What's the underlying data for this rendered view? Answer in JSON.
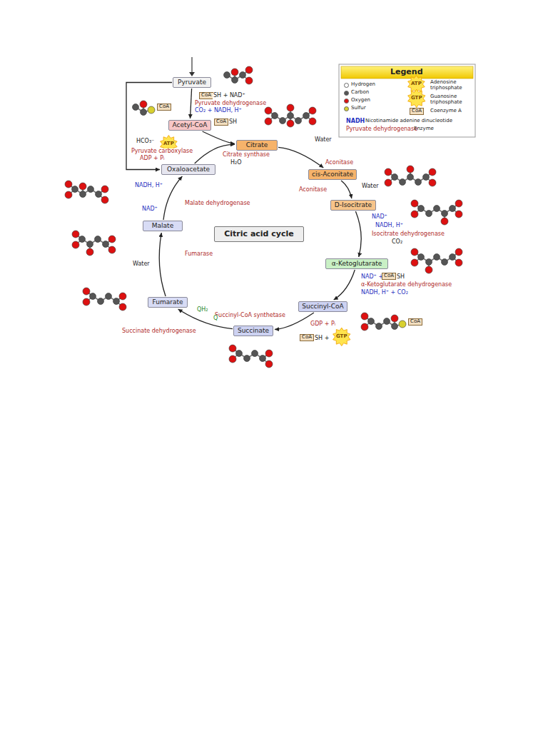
{
  "diagram": {
    "nodes": [
      {
        "text": [
          "Pyruvate"
        ]
      },
      {
        "text": [
          "Acetyl-CoA"
        ]
      },
      {
        "text": [
          "Citrate"
        ]
      },
      {
        "text": [
          "cis-Aconitate"
        ]
      },
      {
        "text": [
          "D-Isocitrate"
        ]
      },
      {
        "text": [
          "α-Ketoglutarate"
        ]
      },
      {
        "text": [
          "Succinyl-CoA"
        ]
      },
      {
        "text": [
          "Succinate"
        ]
      },
      {
        "text": [
          "Fumarate"
        ]
      },
      {
        "text": [
          "Malate"
        ]
      },
      {
        "text": [
          "Oxaloacetate"
        ]
      },
      {
        "text": [
          "Citric acid cycle"
        ]
      }
    ],
    "edges": [
      {
        "from": 0,
        "to": 1,
        "arrow": "to"
      },
      {
        "from": 1,
        "to": 2,
        "arrow": "to"
      },
      {
        "from": 0,
        "to": 10,
        "arrow": "to"
      },
      {
        "from": 10,
        "to": 2,
        "arrow": "to"
      },
      {
        "from": 2,
        "to": 3,
        "arrow": "to"
      },
      {
        "from": 3,
        "to": 4,
        "arrow": "to"
      },
      {
        "from": 4,
        "to": 5,
        "arrow": "to"
      },
      {
        "from": 5,
        "to": 6,
        "arrow": "to"
      },
      {
        "from": 6,
        "to": 7,
        "arrow": "to"
      },
      {
        "from": 7,
        "to": 8,
        "arrow": "to"
      },
      {
        "from": 8,
        "to": 9,
        "arrow": "to"
      },
      {
        "from": 9,
        "to": 10,
        "arrow": "to"
      }
    ],
    "labels": [
      "CoA",
      "SH + NAD⁺",
      "Pyruvate dehydrogenase",
      "CO₂ + NADH, H⁺",
      "CoA",
      "CoA",
      "SH",
      "HCO₃⁻",
      "ATP",
      "Pyruvate carboxylase",
      "ADP + Pᵢ",
      "Citrate synthase",
      "H₂O",
      "Water",
      "Aconitase",
      "Aconitase",
      "Water",
      "NAD⁺",
      "NADH, H⁺",
      "Isocitrate dehydrogenase",
      "CO₂",
      "NAD⁺ +",
      "CoA",
      "SH",
      "α-Ketoglutarate dehydrogenase",
      "NADH, H⁺ + CO₂",
      "CoA",
      "Succinyl-CoA synthetase",
      "GDP + Pᵢ",
      "CoA",
      "SH +",
      "GTP",
      "Succinate dehydrogenase",
      "QH₂",
      "Q",
      "Fumarase",
      "Water",
      "NADH, H⁺",
      "NAD⁺",
      "Malate dehydrogenase",
      "Legend",
      "ATP",
      "GTP",
      "CoA",
      "NADH",
      "Pyruvate dehydrogenase"
    ],
    "legend": [
      {
        "text": "Hydrogen",
        "color": "#ffffff"
      },
      {
        "text": "Carbon",
        "color": "#555555"
      },
      {
        "text": "Oxygen",
        "color": "#dd1111"
      },
      {
        "text": "Sulfur",
        "color": "#d8d030"
      },
      {
        "text": "Adenosine triphosphate"
      },
      {
        "text": "Guanosine triphosphate"
      },
      {
        "text": "Coenzyme A"
      },
      {
        "text": "Nicotinamide adenine dinucleotide"
      },
      {
        "text": "Enzyme"
      }
    ]
  }
}
